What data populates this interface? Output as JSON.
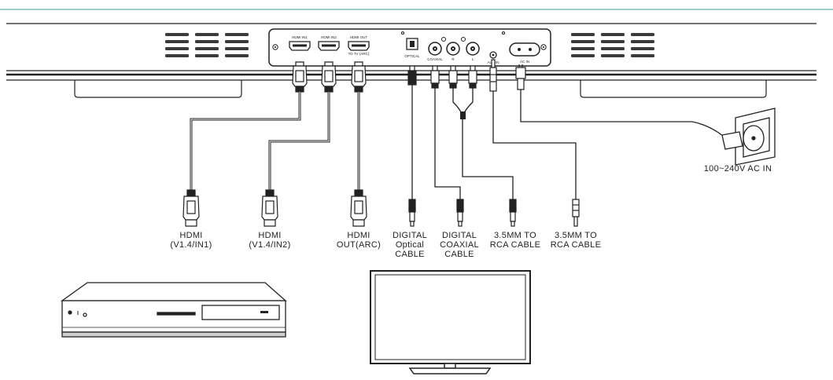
{
  "diagram": {
    "port_labels": {
      "hdmi_in1": "HDMI IN1",
      "hdmi_in2": "HDMI IN2",
      "hdmi_out": "HDMI OUT",
      "hdmi_out_sub": "TO TV (ARC)",
      "optical": "OPTICAL",
      "coaxial": "COAXIAL",
      "r": "R",
      "l": "L",
      "aux_in": "AUX IN",
      "ac_in": "AC IN"
    },
    "cables": [
      {
        "line1": "HDMI",
        "line2": "(V1.4/IN1)"
      },
      {
        "line1": "HDMI",
        "line2": "(V1.4/IN2)"
      },
      {
        "line1": "HDMI",
        "line2": "OUT(ARC)"
      },
      {
        "line1": "DIGITAL",
        "line2": "Optical",
        "line3": "CABLE"
      },
      {
        "line1": "DIGITAL",
        "line2": "COAXIAL",
        "line3": "CABLE"
      },
      {
        "line1": "3.5MM TO",
        "line2": "RCA CABLE"
      },
      {
        "line1": "3.5MM TO",
        "line2": "RCA CABLE"
      }
    ],
    "power_label": "100~240V  AC  IN",
    "colors": {
      "accent_line": "#7fbcc0",
      "stroke": "#222222"
    }
  }
}
